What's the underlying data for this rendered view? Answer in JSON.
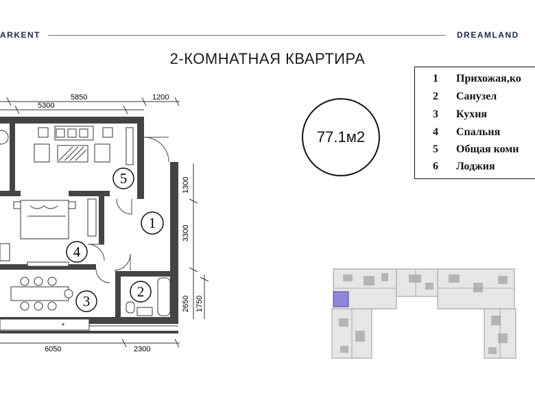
{
  "header": {
    "brand_left": "ARKENT",
    "brand_right": "DREAMLAND",
    "title": "2-КОМНАТНАЯ КВАРТИРА"
  },
  "area_label": "77.1м2",
  "legend": [
    {
      "num": "1",
      "name": "Прихожая,ко"
    },
    {
      "num": "2",
      "name": "Санузел"
    },
    {
      "num": "3",
      "name": "Кухня"
    },
    {
      "num": "4",
      "name": "Спальня"
    },
    {
      "num": "5",
      "name": "Общая комн"
    },
    {
      "num": "6",
      "name": "Лоджия"
    }
  ],
  "dimensions": {
    "top_5850": "5850",
    "top_5300": "5300",
    "top_1200": "1200",
    "right_1300": "1300",
    "right_3300": "3300",
    "right_2650": "2650",
    "right_1750": "1750",
    "bottom_6050": "6050",
    "bottom_2300": "2300"
  },
  "room_markers": [
    "1",
    "2",
    "3",
    "4",
    "5"
  ],
  "colors": {
    "wall": "#444444",
    "brand": "#1d2a4a",
    "highlight": "#8f86d8"
  }
}
